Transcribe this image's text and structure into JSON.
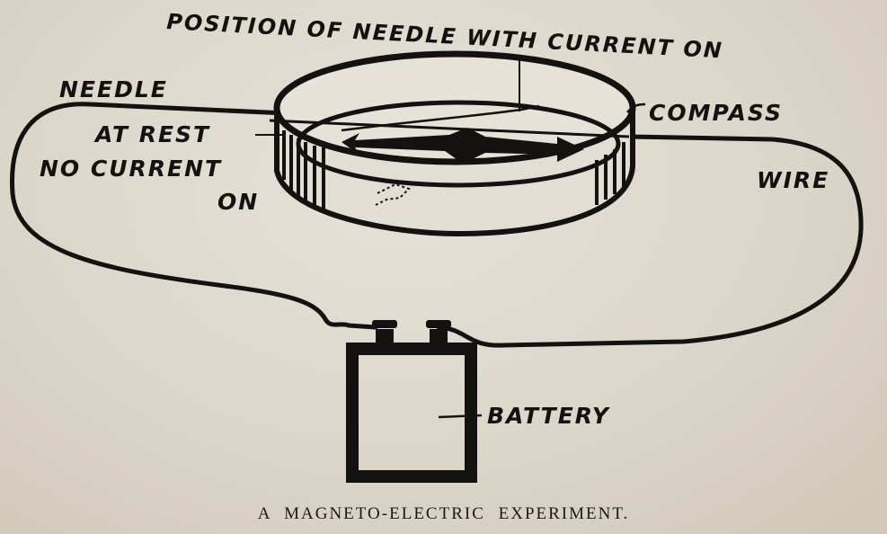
{
  "figure": {
    "caption": "A MAGNETO-ELECTRIC EXPERIMENT.",
    "labels": {
      "needle_with_current": "POSITION OF NEEDLE WITH CURRENT ON",
      "needle_word": "NEEDLE",
      "at_rest": "AT REST",
      "no_current": "NO CURRENT",
      "on": "ON",
      "compass": "COMPASS",
      "wire": "WIRE",
      "battery": "BATTERY"
    },
    "colors": {
      "ink": "#141210",
      "paper": "#ddd8cc"
    }
  }
}
